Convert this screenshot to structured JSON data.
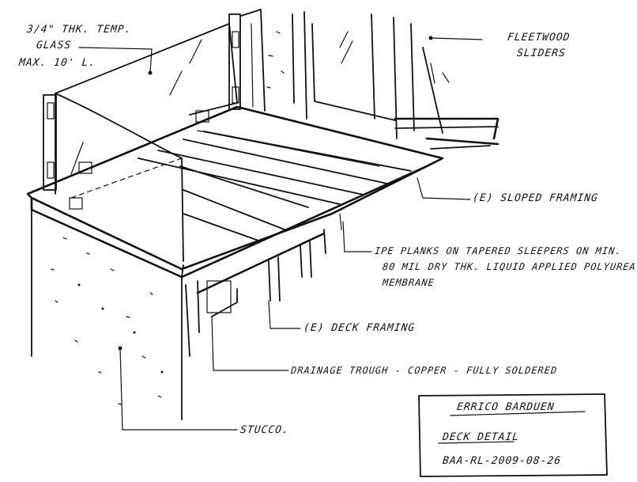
{
  "labels": {
    "glass_line1": "3/4\" THK. TEMP.",
    "glass_line2": "GLASS",
    "glass_line3": "MAX. 10' L.",
    "sliders_line1": "FLEETWOOD",
    "sliders_line2": "SLIDERS",
    "sloped_framing": "(E) SLOPED FRAMING",
    "planks_line1": "IPE PLANKS ON TAPERED SLEEPERS ON MIN.",
    "planks_line2": "80 MIL DRY THK. LIQUID APPLIED POLYUREA",
    "planks_line3": "MEMBRANE",
    "deck_framing": "(E) DECK FRAMING",
    "drainage": "DRAINAGE TROUGH - COPPER - FULLY SOLDERED",
    "stucco": "STUCCO."
  },
  "title_block": {
    "author": "ERRICO BARDUEN",
    "drawing_title": "DECK DETAIL",
    "drawing_number": "BAA-RL-2009-08-26"
  }
}
